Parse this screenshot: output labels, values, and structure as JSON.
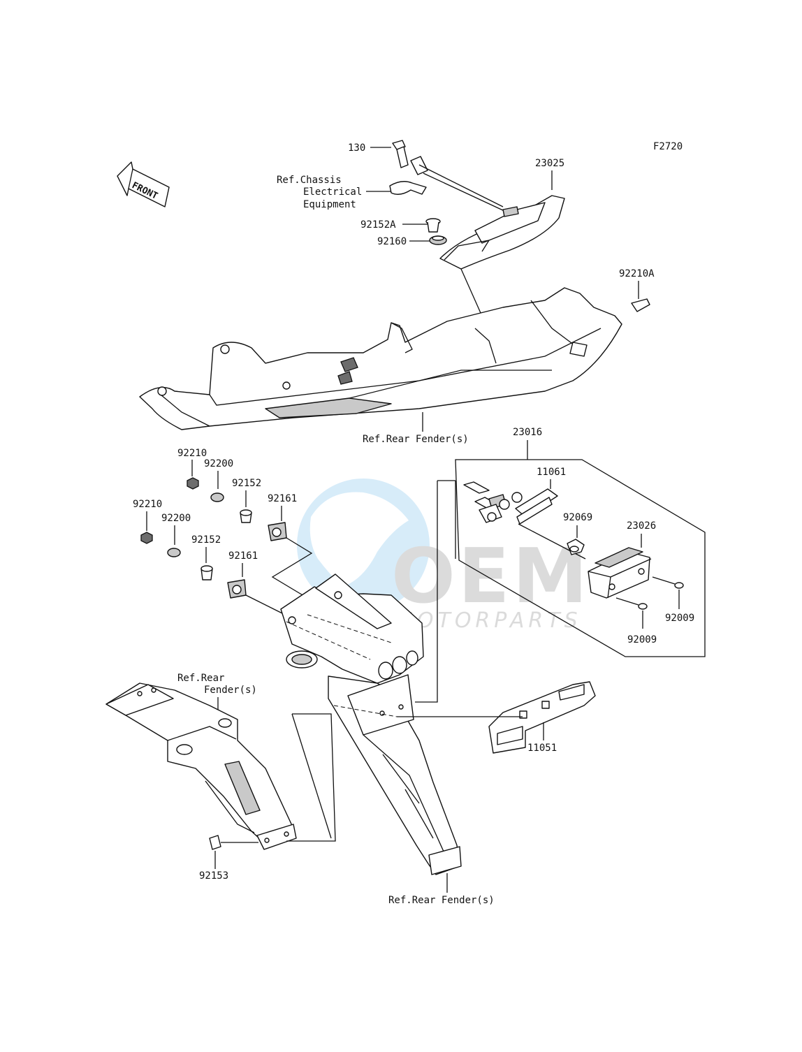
{
  "diagram": {
    "code": "F2720",
    "front_label": "FRONT",
    "watermark": {
      "main": "OEM",
      "sub": "MOTORPARTS"
    },
    "refs": {
      "chassis": [
        "Ref.Chassis",
        "Electrical",
        "Equipment"
      ],
      "rear_fender_top": "Ref.Rear Fender(s)",
      "rear_fender_left": [
        "Ref.Rear",
        "Fender(s)"
      ],
      "rear_fender_bottom": "Ref.Rear Fender(s)"
    },
    "labels": {
      "p130": "130",
      "p23025": "23025",
      "p92152A": "92152A",
      "p92160": "92160",
      "p92210A": "92210A",
      "p23016": "23016",
      "p11061": "11061",
      "p92069": "92069",
      "p23026": "23026",
      "p92009a": "92009",
      "p92009b": "92009",
      "p92210a": "92210",
      "p92200a": "92200",
      "p92152a": "92152",
      "p92161a": "92161",
      "p92210b": "92210",
      "p92200b": "92200",
      "p92152b": "92152",
      "p92161b": "92161",
      "p11051": "11051",
      "p92153": "92153"
    }
  }
}
